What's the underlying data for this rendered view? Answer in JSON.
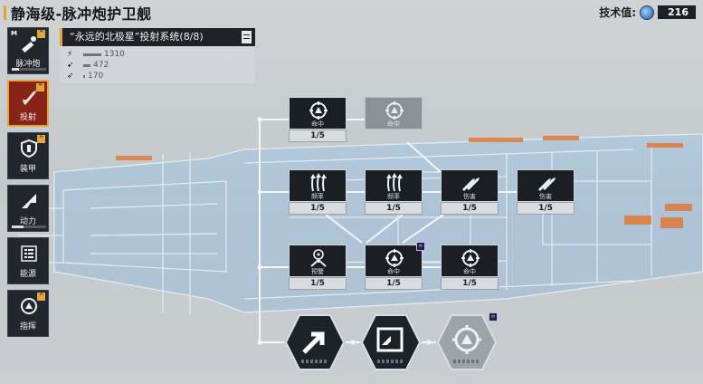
{
  "header": {
    "title": "静海级-脉冲炮护卫舰",
    "tech_label": "技术值:",
    "tech_value": "216"
  },
  "sidebar": [
    {
      "label": "脉冲炮",
      "icon": "cannon-icon",
      "active": false,
      "has_m": true,
      "has_upgrade": true,
      "progress": 0.2
    },
    {
      "label": "投射",
      "icon": "missile-icon",
      "active": true,
      "has_m": false,
      "has_upgrade": true,
      "progress": null
    },
    {
      "label": "装甲",
      "icon": "shield-icon",
      "active": false,
      "has_m": false,
      "has_upgrade": true,
      "progress": null
    },
    {
      "label": "动力",
      "icon": "thruster-icon",
      "active": false,
      "has_m": false,
      "has_upgrade": false,
      "progress": 0.35
    },
    {
      "label": "能源",
      "icon": "list-icon",
      "active": false,
      "has_m": false,
      "has_upgrade": false,
      "progress": null
    },
    {
      "label": "指挥",
      "icon": "command-icon",
      "active": false,
      "has_m": false,
      "has_upgrade": true,
      "progress": null
    }
  ],
  "info": {
    "title": "“永远的北极星”投射系统(8/8)",
    "stats": [
      {
        "icon": "damage-icon",
        "value": "1310",
        "ratio": 0.9
      },
      {
        "icon": "range-icon",
        "value": "472",
        "ratio": 0.35
      },
      {
        "icon": "speed-icon",
        "value": "170",
        "ratio": 0.1
      }
    ]
  },
  "nodes": [
    {
      "id": "n00",
      "label": "命中",
      "level": "1/5",
      "glyph": "target",
      "locked": false,
      "badge": false
    },
    {
      "id": "n01",
      "label": "命中",
      "level": "",
      "glyph": "target",
      "locked": true,
      "badge": false
    },
    {
      "id": "n10",
      "label": "频率",
      "level": "1/5",
      "glyph": "rate",
      "locked": false,
      "badge": false
    },
    {
      "id": "n11",
      "label": "频率",
      "level": "1/5",
      "glyph": "rate",
      "locked": false,
      "badge": false
    },
    {
      "id": "n12",
      "label": "伤害",
      "level": "1/5",
      "glyph": "missile",
      "locked": false,
      "badge": false
    },
    {
      "id": "n13",
      "label": "伤害",
      "level": "1/5",
      "glyph": "missile",
      "locked": false,
      "badge": false
    },
    {
      "id": "n20",
      "label": "预警",
      "level": "1/5",
      "glyph": "radar",
      "locked": false,
      "badge": false
    },
    {
      "id": "n21",
      "label": "命中",
      "level": "1/5",
      "glyph": "target",
      "locked": false,
      "badge": true
    },
    {
      "id": "n22",
      "label": "命中",
      "level": "1/5",
      "glyph": "target",
      "locked": false,
      "badge": false
    }
  ],
  "hexes": [
    {
      "id": "h0",
      "icon": "arrow-up-icon",
      "locked": false
    },
    {
      "id": "h1",
      "icon": "module-icon",
      "locked": false
    },
    {
      "id": "h2",
      "icon": "target-icon",
      "locked": true,
      "badge": true
    }
  ],
  "colors": {
    "accent": "#e8a030",
    "active_tab": "#8a2317",
    "node_face": "#1b1f24",
    "hologram": "#5aaee8",
    "thruster": "#e07a3a"
  }
}
